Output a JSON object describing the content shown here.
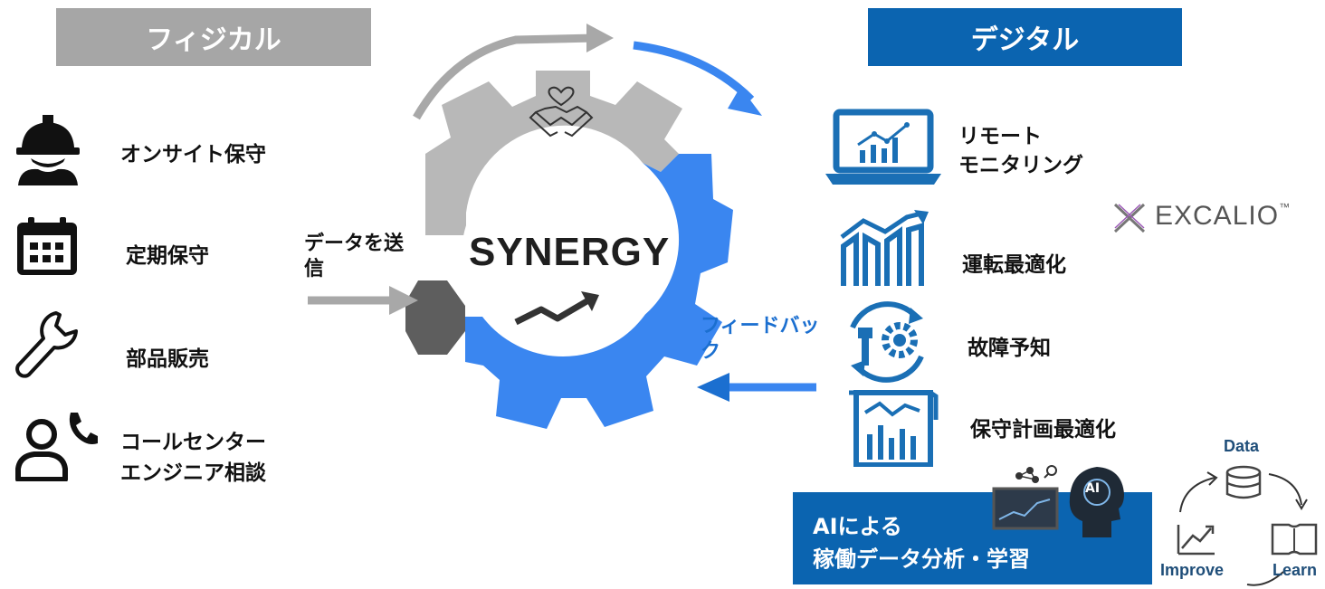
{
  "headers": {
    "physical": "フィジカル",
    "digital": "デジタル"
  },
  "physical_items": [
    {
      "label": "オンサイト保守",
      "icon": "worker-helmet-icon"
    },
    {
      "label": "定期保守",
      "icon": "calendar-icon"
    },
    {
      "label": "部品販売",
      "icon": "wrench-icon"
    },
    {
      "label_line1": "コールセンター",
      "label_line2": "エンジニア相談",
      "icon": "call-center-icon"
    }
  ],
  "center": {
    "title": "SYNERGY",
    "send_line1": "データを送",
    "send_line2": "信",
    "feedback_line1": "フィードバッ",
    "feedback_line2": "ク"
  },
  "digital_items": [
    {
      "label_line1": "リモート",
      "label_line2": "モニタリング",
      "icon": "laptop-chart-icon"
    },
    {
      "label": "運転最適化",
      "icon": "rising-chart-icon"
    },
    {
      "label": "故障予知",
      "icon": "bolt-gear-cycle-icon"
    },
    {
      "label": "保守計画最適化",
      "icon": "chart-document-icon"
    }
  ],
  "brand": {
    "name": "EXCALIO",
    "tm": "™"
  },
  "ai_box": {
    "line1": "AIによる",
    "line2": "稼働データ分析・学習",
    "head_label": "AI"
  },
  "cycle": {
    "data": "Data",
    "learn": "Learn",
    "improve": "Improve"
  },
  "colors": {
    "physical_header": "#a6a6a6",
    "digital_header": "#0b64b0",
    "gear_blue": "#3a86f0",
    "gear_gray": "#b8b8b8",
    "icon_blue": "#1a6fb5",
    "ai_box": "#0b64b0"
  }
}
